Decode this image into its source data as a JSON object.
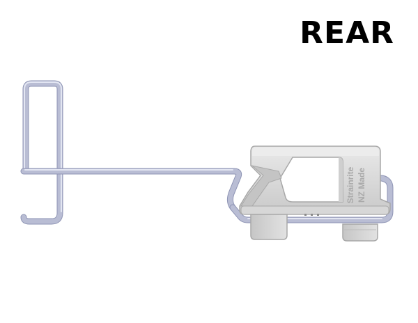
{
  "view_label": "REAR",
  "clip_embossing": {
    "line1": "Strainrite",
    "line2": "NZ Made"
  },
  "colors": {
    "wire": "#b9bdd4",
    "wire_highlight": "#e3e6f2",
    "wire_shadow": "#8e94b4",
    "clip_body": "#dadada",
    "clip_shadow": "#b4b4b4",
    "background": "#ffffff",
    "label": "#000000"
  },
  "icons": {
    "illustration": "wire-hook-with-clip-rear-view"
  }
}
